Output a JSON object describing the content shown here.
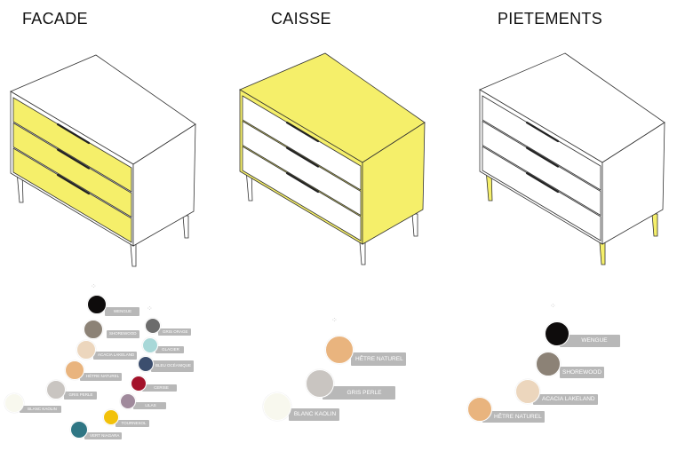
{
  "sections": {
    "facade": {
      "title": "FACADE",
      "highlight": "#f5ef6a"
    },
    "caisse": {
      "title": "CAISSE",
      "highlight": "#f5ef6a"
    },
    "pietements": {
      "title": "PIETEMENTS",
      "highlight": "#f5ef6a"
    }
  },
  "facade_swatches": [
    {
      "label": "WENGUE",
      "color": "#0e0c0c"
    },
    {
      "label": "SHOREWOOD",
      "color": "#8c8276"
    },
    {
      "label": "ACACIA LAKELAND",
      "color": "#ecd6bd"
    },
    {
      "label": "HÊTRE NATUREL",
      "color": "#e9b47e"
    },
    {
      "label": "GRIS PERLE",
      "color": "#c9c5c1"
    },
    {
      "label": "BLANC KAOLIN",
      "color": "#f8f8ee"
    },
    {
      "label": "GRIS ORAGE",
      "color": "#6c6c6c"
    },
    {
      "label": "GLACIER",
      "color": "#a8d8d8"
    },
    {
      "label": "BLEU OCÉANIQUE",
      "color": "#3c4e6e"
    },
    {
      "label": "CERISE",
      "color": "#a3122a"
    },
    {
      "label": "LILAS",
      "color": "#a08a9c"
    },
    {
      "label": "TOURNESOL",
      "color": "#f2c10a"
    },
    {
      "label": "VERT NIAGARA",
      "color": "#2f7684"
    }
  ],
  "caisse_swatches": [
    {
      "label": "HÊTRE NATUREL",
      "color": "#e9b47e"
    },
    {
      "label": "GRIS PERLE",
      "color": "#c9c5c1"
    },
    {
      "label": "BLANC KAOLIN",
      "color": "#f8f8ee"
    }
  ],
  "pietements_swatches": [
    {
      "label": "WENGUE",
      "color": "#0e0c0c"
    },
    {
      "label": "SHOREWOOD",
      "color": "#8c8276"
    },
    {
      "label": "ACACIA LAKELAND",
      "color": "#ecd6bd"
    },
    {
      "label": "HÊTRE NATUREL",
      "color": "#e9b47e"
    }
  ]
}
